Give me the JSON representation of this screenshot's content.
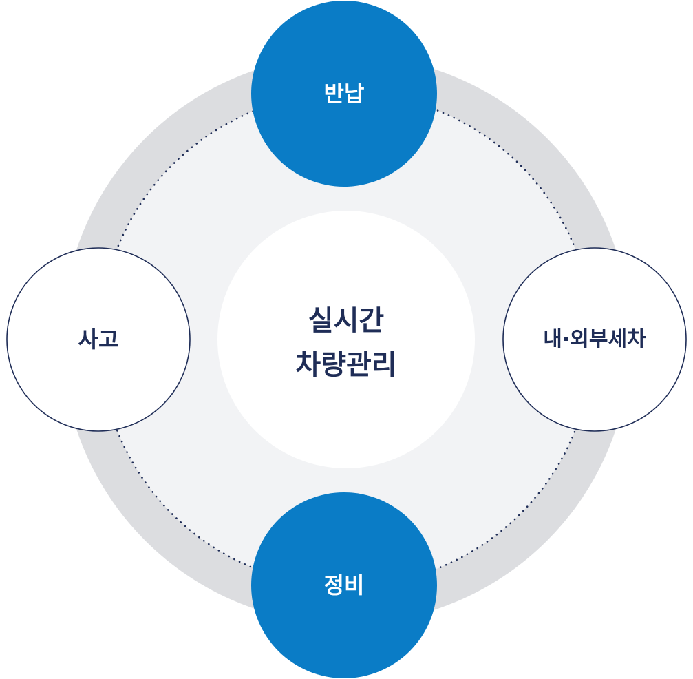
{
  "diagram": {
    "center": {
      "line1": "실시간",
      "line2": "차량관리"
    },
    "nodes": {
      "top": "반납",
      "right": "내·외부세차",
      "bottom": "정비",
      "left": "사고"
    }
  },
  "colors": {
    "outer_ring": "#dcdde0",
    "inner_field": "#f2f3f5",
    "center_circle": "#ffffff",
    "filled_node": "#0a7cc6",
    "outline_node_stroke": "#1f2d57",
    "dotted_ring": "#1f2d57",
    "text_dark": "#1f2d57",
    "text_light": "#ffffff"
  }
}
